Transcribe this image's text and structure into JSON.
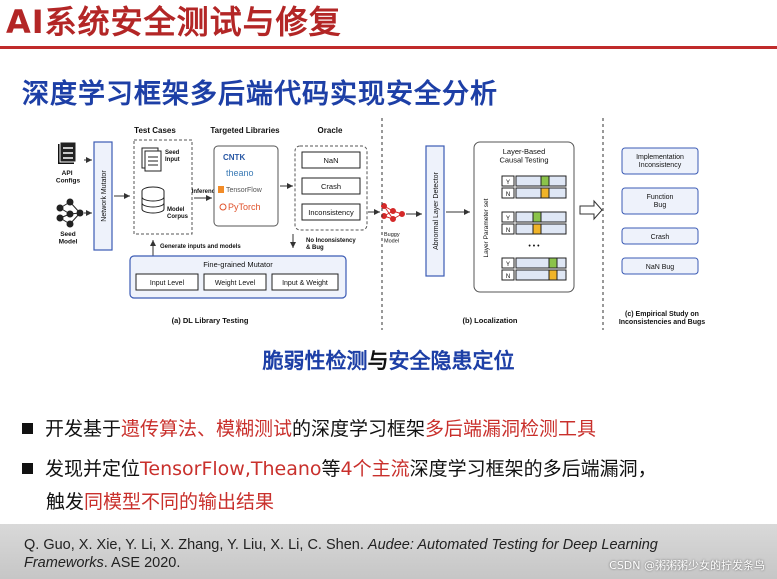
{
  "slide": {
    "title": "AI系统安全测试与修复",
    "subtitle": "深度学习框架多后端代码实现安全分析"
  },
  "diagram": {
    "api_configs": "API\nConfigs",
    "seed_model": "Seed\nModel",
    "network_mutator": "Network Mutator",
    "test_cases_header": "Test Cases",
    "seed_input": "Seed\nInput",
    "model_corpus": "Model\nCorpus",
    "targeted_libraries_header": "Targeted Libraries",
    "inference": "Inference",
    "libraries": [
      "CNTK",
      "theano",
      "TensorFlow",
      "PyTorch"
    ],
    "oracle_header": "Oracle",
    "oracle_items": [
      "NaN",
      "Crash",
      "Inconsistency"
    ],
    "buggy_model": "Buggy\nModel",
    "no_inconsistency": "No Inconsistency\n& Bug",
    "generate_inputs": "Generate inputs and models",
    "fine_grained_mutator": "Fine-grained Mutator",
    "mutator_levels": [
      "Input Level",
      "Weight Level",
      "Input & Weight"
    ],
    "caption_a": "(a) DL Library Testing",
    "abnormal_layer_detector": "Abnormal Layer Detector",
    "layer_based_header": "Layer-Based\nCausal Testing",
    "layer_parameter_set": "Layer Parameter set",
    "yn": [
      "Y",
      "N"
    ],
    "ellipsis": "• • •",
    "caption_b": "(b)  Localization",
    "results": [
      "Implementation\nInconsistency",
      "Function\nBug",
      "Crash",
      "NaN Bug"
    ],
    "caption_c": "(c)  Empirical Study on\nInconsistencies and Bugs"
  },
  "caption": {
    "part1": "脆弱性检测",
    "joiner": "与",
    "part2": "安全隐患定位"
  },
  "bullets": [
    {
      "segments": [
        {
          "text": "开发基于",
          "color": "dark"
        },
        {
          "text": "遗传算法、模糊测试",
          "color": "red"
        },
        {
          "text": "的深度学习框架",
          "color": "dark"
        },
        {
          "text": "多后端漏洞检测工具",
          "color": "red"
        }
      ]
    },
    {
      "segments": [
        {
          "text": "发现并定位",
          "color": "dark"
        },
        {
          "text": "TensorFlow,Theano",
          "color": "red"
        },
        {
          "text": "等",
          "color": "dark"
        },
        {
          "text": "4个主流",
          "color": "red"
        },
        {
          "text": "深度学习框架的多后端漏洞，",
          "color": "dark"
        }
      ],
      "continuation": [
        {
          "text": "触发",
          "color": "dark"
        },
        {
          "text": "同模型不同的输出结果",
          "color": "red"
        }
      ]
    }
  ],
  "reference": {
    "authors": "Q. Guo, X. Xie, Y. Li, X. Zhang, Y. Liu, X. Li, C. Shen. ",
    "title": "Audee: Automated Testing for Deep Learning Frameworks",
    "venue": ". ASE 2020."
  },
  "watermark": "CSDN @粥粥粥少女的拧发条鸟",
  "colors": {
    "title_red": "#b32626",
    "subtitle_blue": "#1d3fa6",
    "highlight_red": "#c9302c",
    "diagram_blue_border": "#3b5bb5"
  }
}
